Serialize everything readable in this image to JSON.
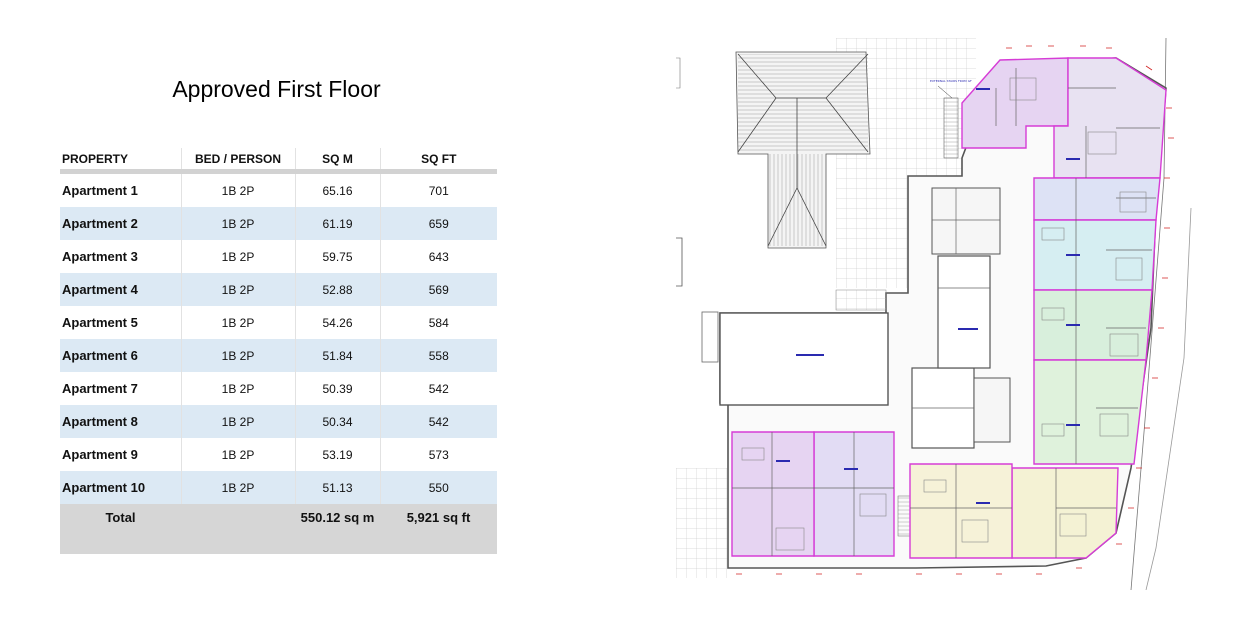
{
  "title": "Approved First Floor",
  "table": {
    "headers": [
      "PROPERTY",
      "BED / PERSON",
      "SQ M",
      "SQ FT"
    ],
    "rows": [
      {
        "property": "Apartment 1",
        "bed": "1B 2P",
        "sqm": "65.16",
        "sqft": "701"
      },
      {
        "property": "Apartment 2",
        "bed": "1B 2P",
        "sqm": "61.19",
        "sqft": "659"
      },
      {
        "property": "Apartment 3",
        "bed": "1B 2P",
        "sqm": "59.75",
        "sqft": "643"
      },
      {
        "property": "Apartment 4",
        "bed": "1B 2P",
        "sqm": "52.88",
        "sqft": "569"
      },
      {
        "property": "Apartment 5",
        "bed": "1B 2P",
        "sqm": "54.26",
        "sqft": "584"
      },
      {
        "property": "Apartment 6",
        "bed": "1B 2P",
        "sqm": "51.84",
        "sqft": "558"
      },
      {
        "property": "Apartment 7",
        "bed": "1B 2P",
        "sqm": "50.39",
        "sqft": "542"
      },
      {
        "property": "Apartment 8",
        "bed": "1B 2P",
        "sqm": "50.34",
        "sqft": "542"
      },
      {
        "property": "Apartment 9",
        "bed": "1B 2P",
        "sqm": "53.19",
        "sqft": "573"
      },
      {
        "property": "Apartment 10",
        "bed": "1B 2P",
        "sqm": "51.13",
        "sqft": "550"
      }
    ],
    "total": {
      "label": "Total",
      "sqm": "550.12 sq m",
      "sqft": "5,921 sq ft"
    }
  },
  "plan": {
    "annotation": "EXTERNAL STAIRS FROM GF",
    "colors": {
      "apt_violet": "#e6d4f2",
      "apt_lavender": "#e2dcf4",
      "apt_blue": "#dde2f5",
      "apt_cyan": "#d6eef2",
      "apt_green": "#d8efdc",
      "apt_yellow": "#f4f2d4",
      "boundary_magenta": "#d63cd6",
      "wall_dark": "#555555",
      "dimension_red": "#d22222"
    }
  }
}
